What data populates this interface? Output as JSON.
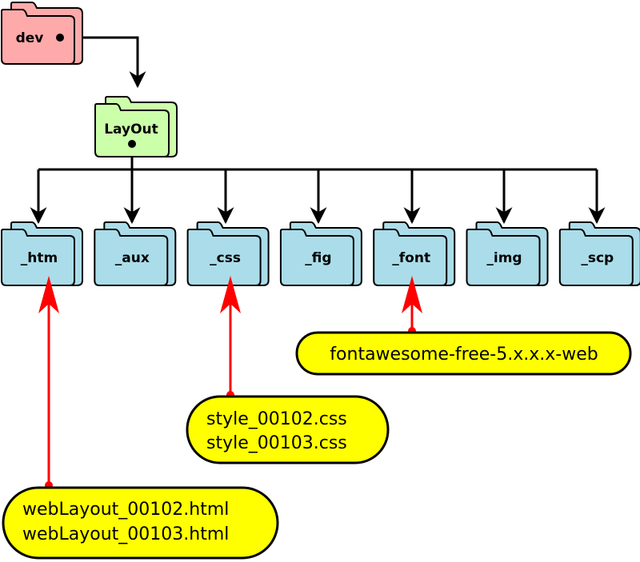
{
  "colors": {
    "root_folder": "#ffaaaa",
    "layout_folder": "#ccffaa",
    "sub_folder": "#aadde9",
    "note_fill": "#ffff00",
    "black_line": "#000000",
    "red_line": "#ff0000"
  },
  "folders": {
    "dev": "dev",
    "layout": "LayOut",
    "children": [
      "_htm",
      "_aux",
      "_css",
      "_fig",
      "_font",
      "_img",
      "_scp"
    ]
  },
  "notes": {
    "font": [
      "fontawesome-free-5.x.x.x-web"
    ],
    "css": [
      "style_00102.css",
      "style_00103.css"
    ],
    "htm": [
      "webLayout_00102.html",
      "webLayout_00103.html"
    ]
  }
}
